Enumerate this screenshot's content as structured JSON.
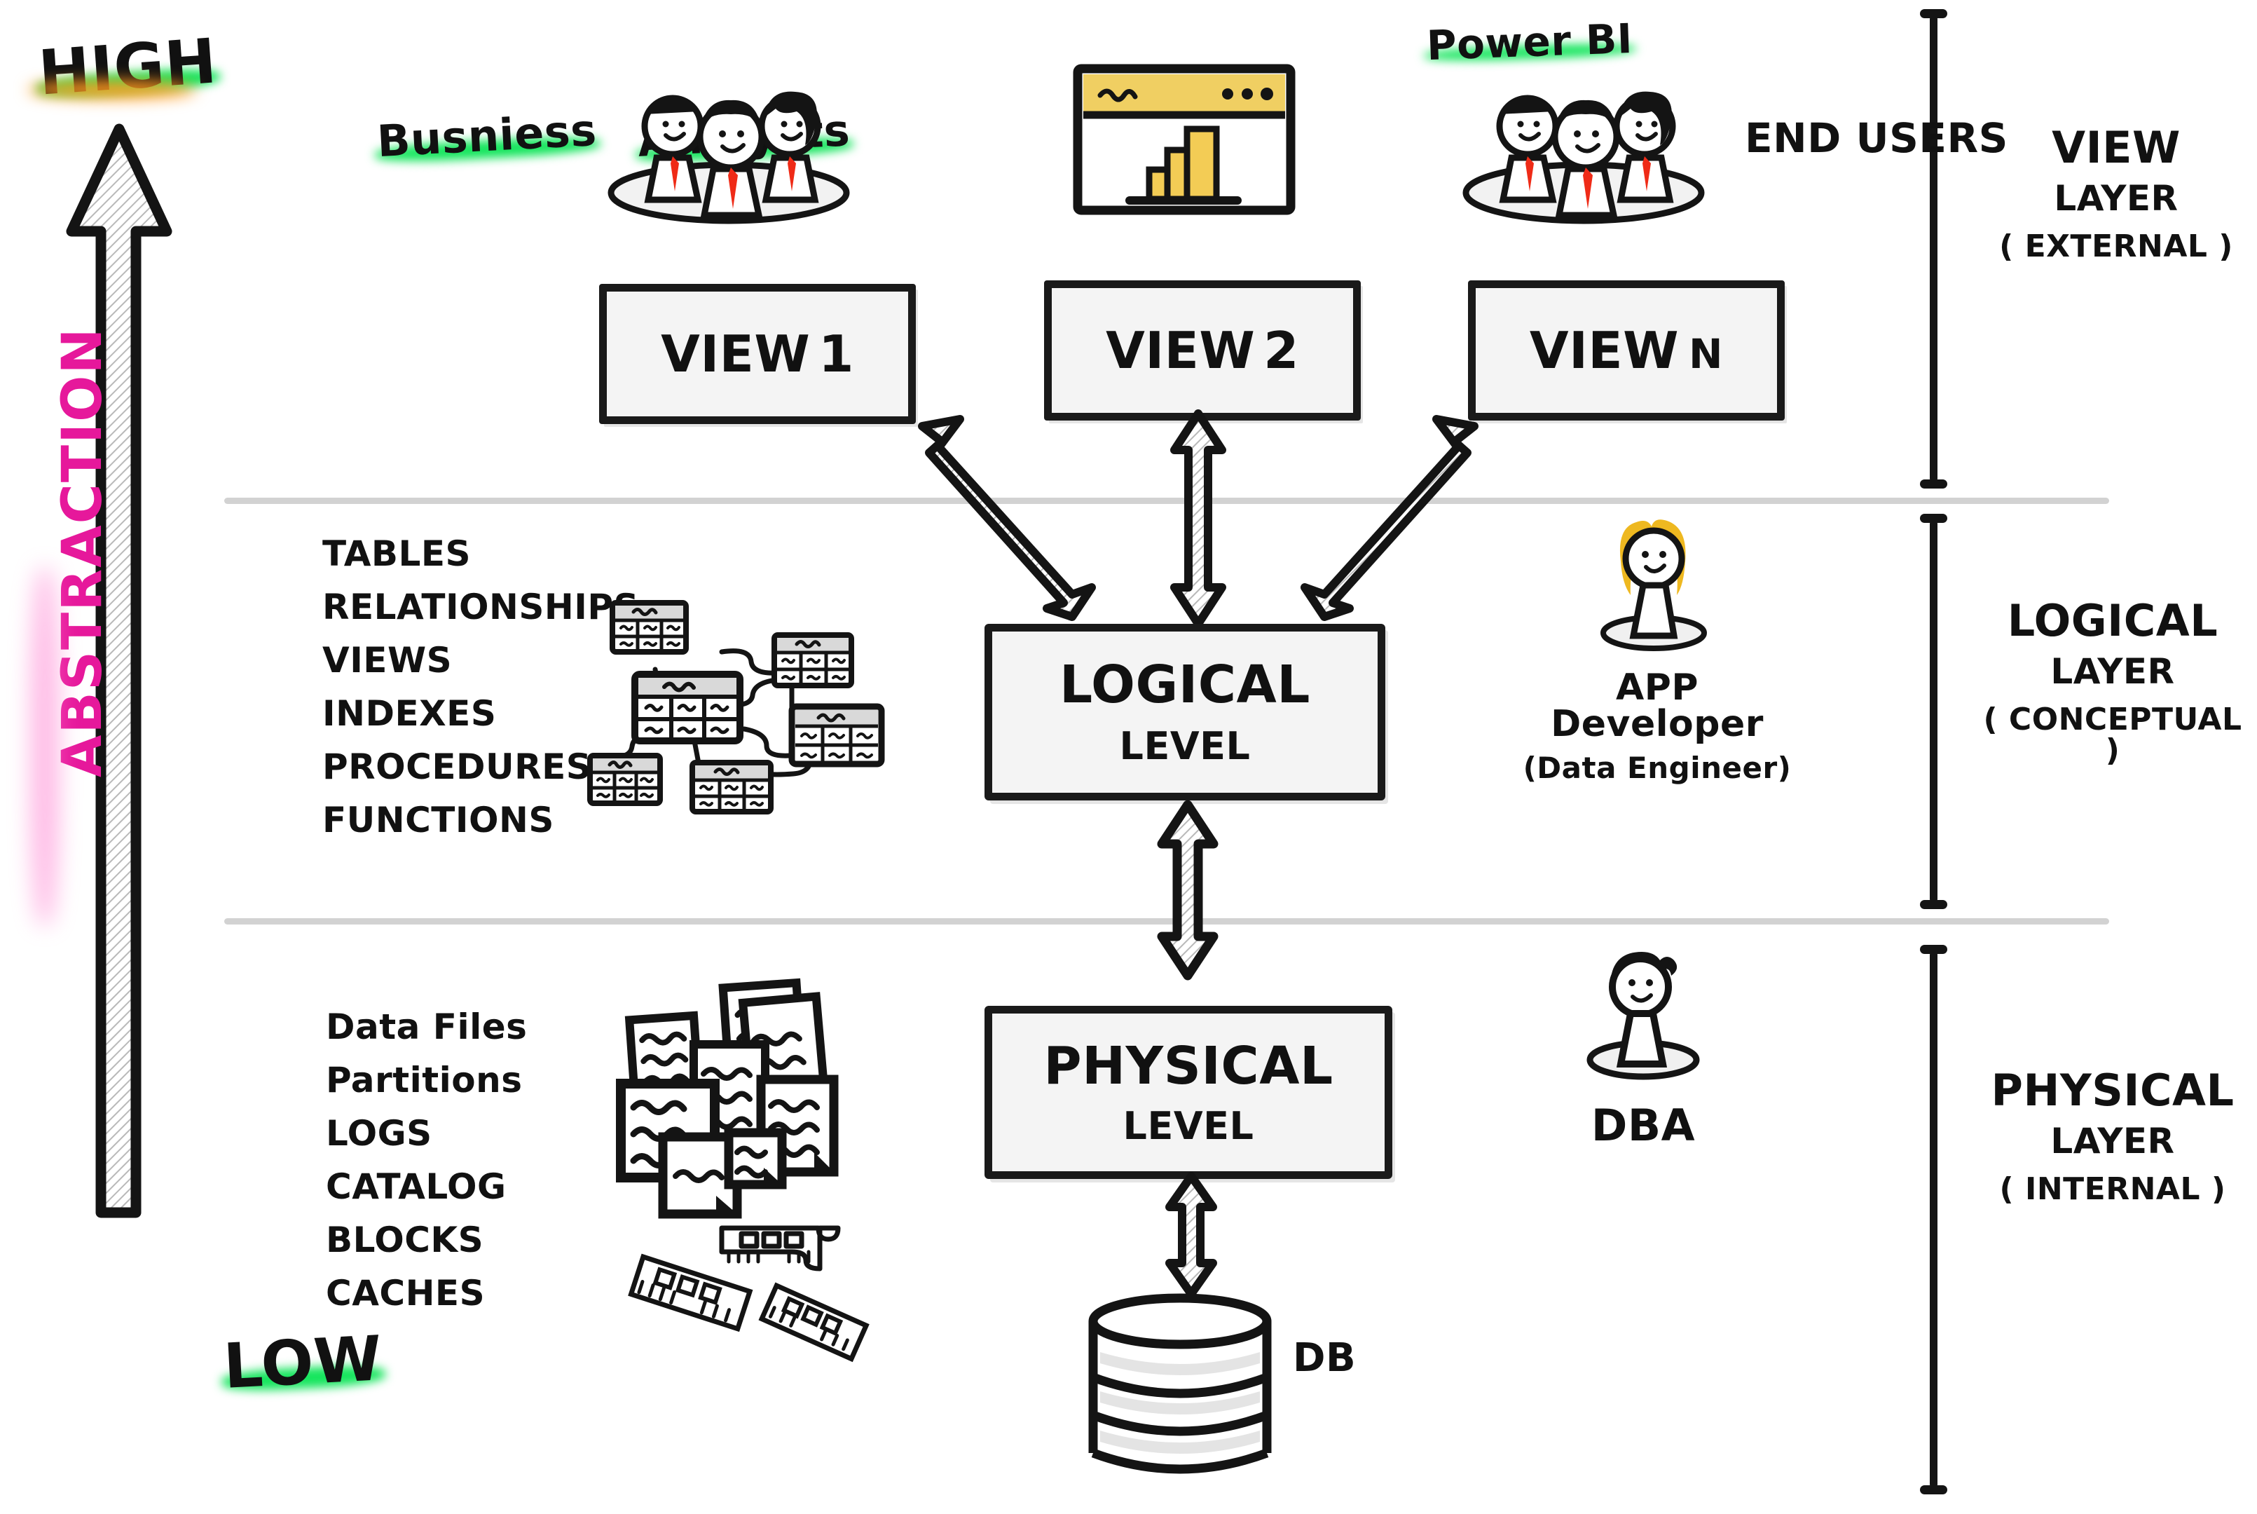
{
  "axis": {
    "high_label": "HIGH",
    "low_label": "LOW",
    "vertical_label": "ABSTRACTION",
    "vertical_label_color": "#e6189b",
    "high_highlight_color": "#ff9a1f",
    "low_highlight_color": "#14e55c"
  },
  "view_layer": {
    "actors_left_label_line1": "Busniess",
    "actors_left_label_line2": "Analysts",
    "tool_label": "Power BI",
    "actors_right_label_line1": "END",
    "actors_right_label_line2": "USERS",
    "boxes": [
      {
        "prefix": "VIEW",
        "suffix": "1"
      },
      {
        "prefix": "VIEW",
        "suffix": "2"
      },
      {
        "prefix": "VIEW",
        "suffix": "N"
      }
    ],
    "bracket_label": {
      "line1": "VIEW",
      "line2": "LAYER",
      "line3": "( EXTERNAL )"
    },
    "highlight_color": "#14e55c"
  },
  "logical_layer": {
    "items": [
      "TABLES",
      "RELATIONSHIPS",
      "VIEWS",
      "INDEXES",
      "PROCEDURES",
      "FUNCTIONS"
    ],
    "level_box": {
      "line1": "LOGICAL",
      "line2": "LEVEL"
    },
    "persona_label": "APP Developer",
    "persona_sublabel": "(Data Engineer)",
    "bracket_label": {
      "line1": "LOGICAL",
      "line2": "LAYER",
      "line3": "( CONCEPTUAL )"
    },
    "highlight_color": "#ffe93d",
    "diagram_name": "er-diagram"
  },
  "physical_layer": {
    "items": [
      "Data Files",
      "Partitions",
      "LOGS",
      "CATALOG",
      "BLOCKS",
      "CACHES"
    ],
    "level_box": {
      "line1": "PHYSICAL",
      "line2": "LEVEL"
    },
    "db_label": "DB",
    "persona_label": "DBA",
    "bracket_label": {
      "line1": "PHYSICAL",
      "line2": "LAYER",
      "line3": "( INTERNAL )"
    },
    "highlight_color": "#ff8a3d",
    "storage_name": "file-documents-and-memory-modules"
  }
}
